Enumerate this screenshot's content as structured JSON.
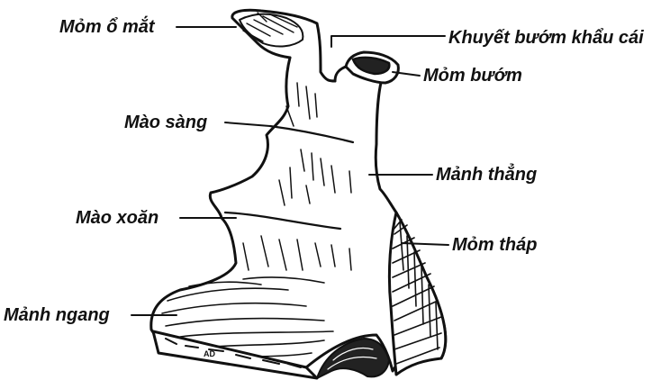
{
  "labels": {
    "orbital_process": "Mỏm ổ mắt",
    "sphenopalatine_notch": "Khuyết bướm khẩu cái",
    "sphenoidal_process": "Mỏm bướm",
    "ethmoidal_crest": "Mào sàng",
    "perpendicular_plate": "Mảnh thẳng",
    "conchal_crest": "Mào xoăn",
    "pyramidal_process": "Mỏm tháp",
    "horizontal_plate": "Mảnh ngang"
  },
  "colors": {
    "ink": "#111111",
    "paper": "#ffffff"
  }
}
